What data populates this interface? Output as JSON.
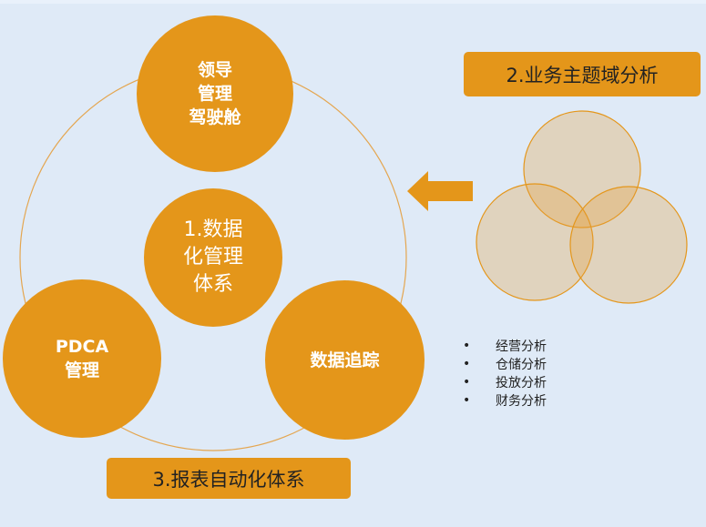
{
  "circles": {
    "top": [
      "领导",
      "管理",
      "驾驶舱"
    ],
    "center": [
      "1.数据",
      "化管理",
      "体系"
    ],
    "left": [
      "PDCA",
      "管理"
    ],
    "right": [
      "数据追踪"
    ]
  },
  "labels": {
    "business_domain": "2.业务主题域分析",
    "report_automation": "3.报表自动化体系"
  },
  "analysis_list": [
    "经营分析",
    "仓储分析",
    "投放分析",
    "财务分析"
  ],
  "colors": {
    "accent": "#e4961a",
    "background": "#dfeaf7",
    "venn_fill": "#e6cfa6"
  }
}
